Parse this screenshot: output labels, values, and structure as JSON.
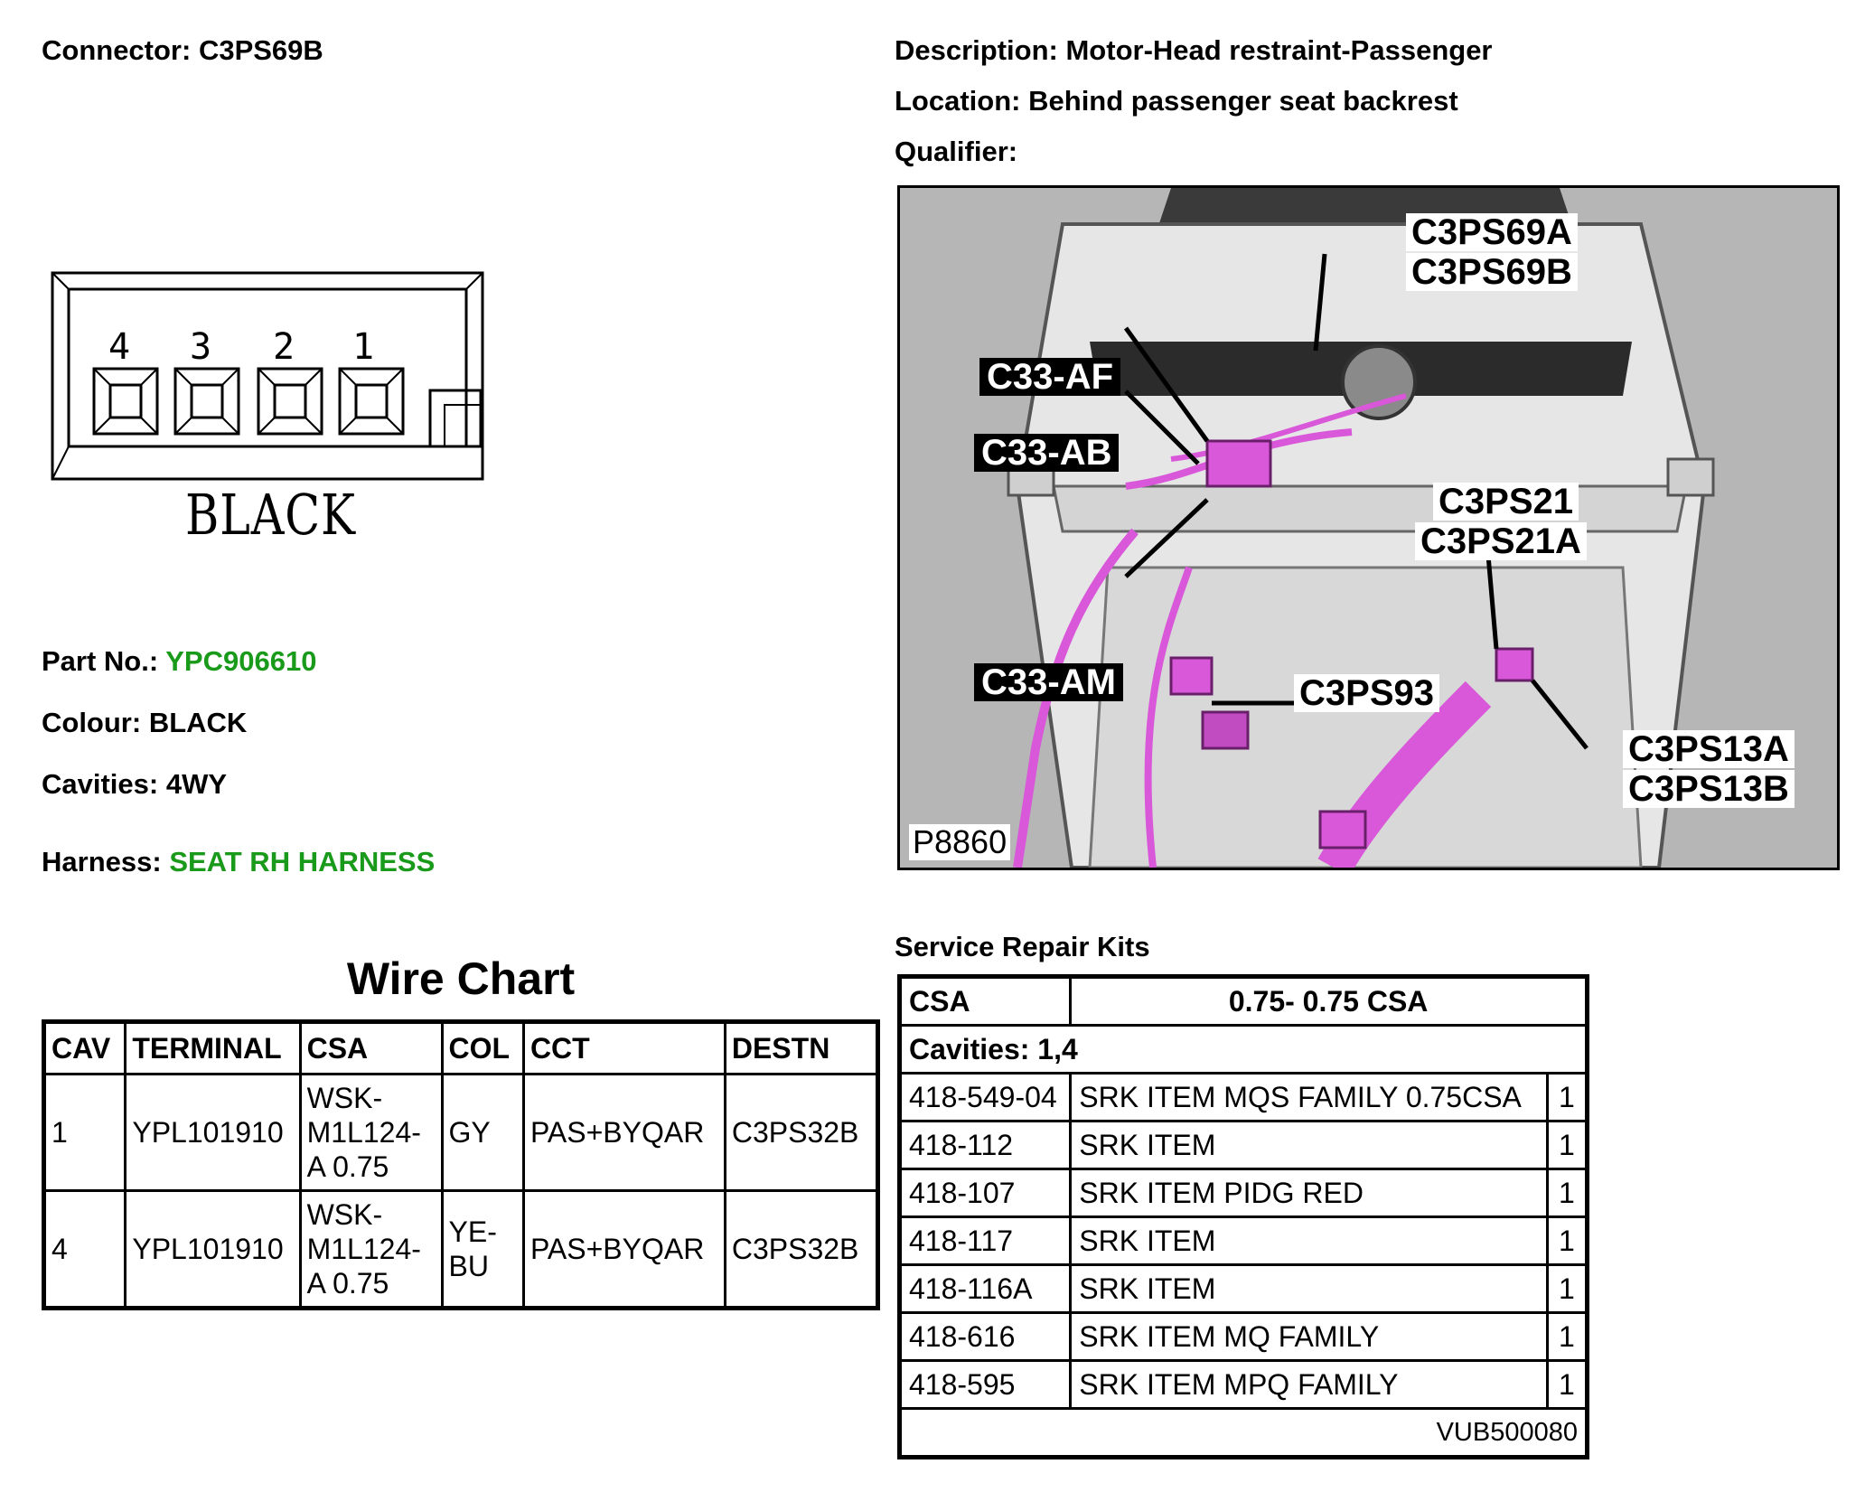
{
  "header": {
    "connector_label": "Connector:",
    "connector_value": "C3PS69B",
    "description_label": "Description:",
    "description_value": "Motor-Head restraint-Passenger",
    "location_label": "Location:",
    "location_value": "Behind passenger seat backrest",
    "qualifier_label": "Qualifier:",
    "qualifier_value": ""
  },
  "connector_diagram": {
    "pins": [
      "4",
      "3",
      "2",
      "1"
    ],
    "colour_text": "BLACK"
  },
  "details": {
    "part_no_label": "Part No.:",
    "part_no_value": "YPC906610",
    "colour_label": "Colour:",
    "colour_value": "BLACK",
    "cavities_label": "Cavities:",
    "cavities_value": "4WY",
    "harness_label": "Harness:",
    "harness_value": "SEAT RH HARNESS",
    "link_color": "#1a9a1a"
  },
  "photo": {
    "callouts": [
      "C3PS69A",
      "C3PS69B",
      "C33-AF",
      "C33-AB",
      "C3PS21",
      "C3PS21A",
      "C33-AM",
      "C3PS93",
      "C3PS13A",
      "C3PS13B"
    ],
    "image_id": "P8860",
    "harness_color": "#d957d9"
  },
  "wire_chart": {
    "title": "Wire Chart",
    "columns": [
      "CAV",
      "TERMINAL",
      "CSA",
      "COL",
      "CCT",
      "DESTN"
    ],
    "rows": [
      {
        "cav": "1",
        "terminal": "YPL101910",
        "csa": "WSK-M1L124-A 0.75",
        "col": "GY",
        "cct": "PAS+BYQAR",
        "destn": "C3PS32B"
      },
      {
        "cav": "4",
        "terminal": "YPL101910",
        "csa": "WSK-M1L124-A 0.75",
        "col": "YE-BU",
        "cct": "PAS+BYQAR",
        "destn": "C3PS32B"
      }
    ]
  },
  "service_repair_kits": {
    "title": "Service Repair Kits",
    "csa_label": "CSA",
    "csa_value": "0.75- 0.75 CSA",
    "cavities_text": "Cavities: 1,4",
    "items": [
      {
        "code": "418-549-04",
        "desc": "SRK ITEM MQS FAMILY 0.75CSA",
        "qty": "1"
      },
      {
        "code": "418-112",
        "desc": "SRK ITEM",
        "qty": "1"
      },
      {
        "code": "418-107",
        "desc": "SRK ITEM PIDG RED",
        "qty": "1"
      },
      {
        "code": "418-117",
        "desc": "SRK ITEM",
        "qty": "1"
      },
      {
        "code": "418-116A",
        "desc": "SRK ITEM",
        "qty": "1"
      },
      {
        "code": "418-616",
        "desc": "SRK ITEM MQ FAMILY",
        "qty": "1"
      },
      {
        "code": "418-595",
        "desc": "SRK ITEM MPQ FAMILY",
        "qty": "1"
      }
    ],
    "footer_code": "VUB500080"
  }
}
